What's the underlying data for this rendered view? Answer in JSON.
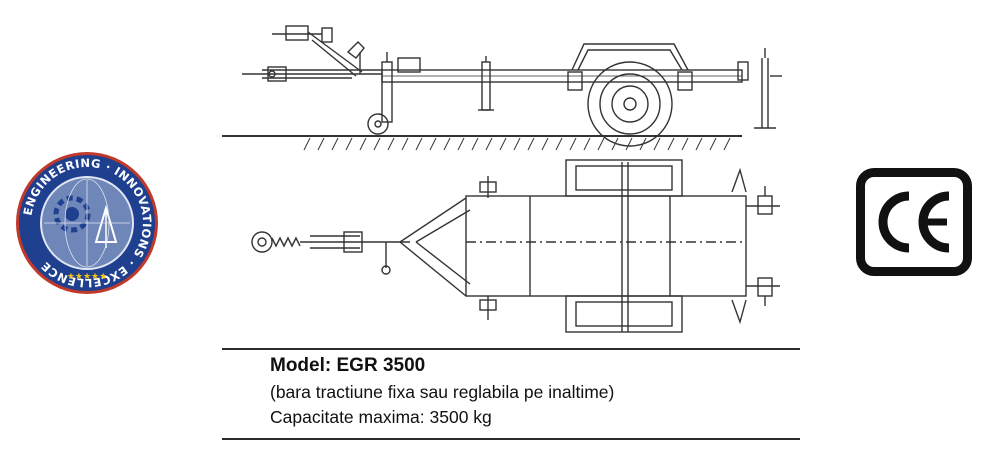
{
  "logo": {
    "ring_text": "ENGINEERING · INNOVATIONS · EXCELLENCE",
    "stars": "★★★★★",
    "colors": {
      "ring": "#1f3f8f",
      "ring_edge": "#c0392b",
      "inner": "#6f86b8",
      "text": "#ffffff"
    }
  },
  "caption": {
    "model_label": "Model: EGR",
    "model_number": "3500",
    "subtitle": "(bara tractiune fixa sau reglabila pe inaltime)",
    "capacity": "Capacitate maxima: 3500 kg"
  },
  "marks": {
    "ce_icon": "ce-mark-icon"
  },
  "colors": {
    "line": "#333333",
    "text": "#111111"
  }
}
